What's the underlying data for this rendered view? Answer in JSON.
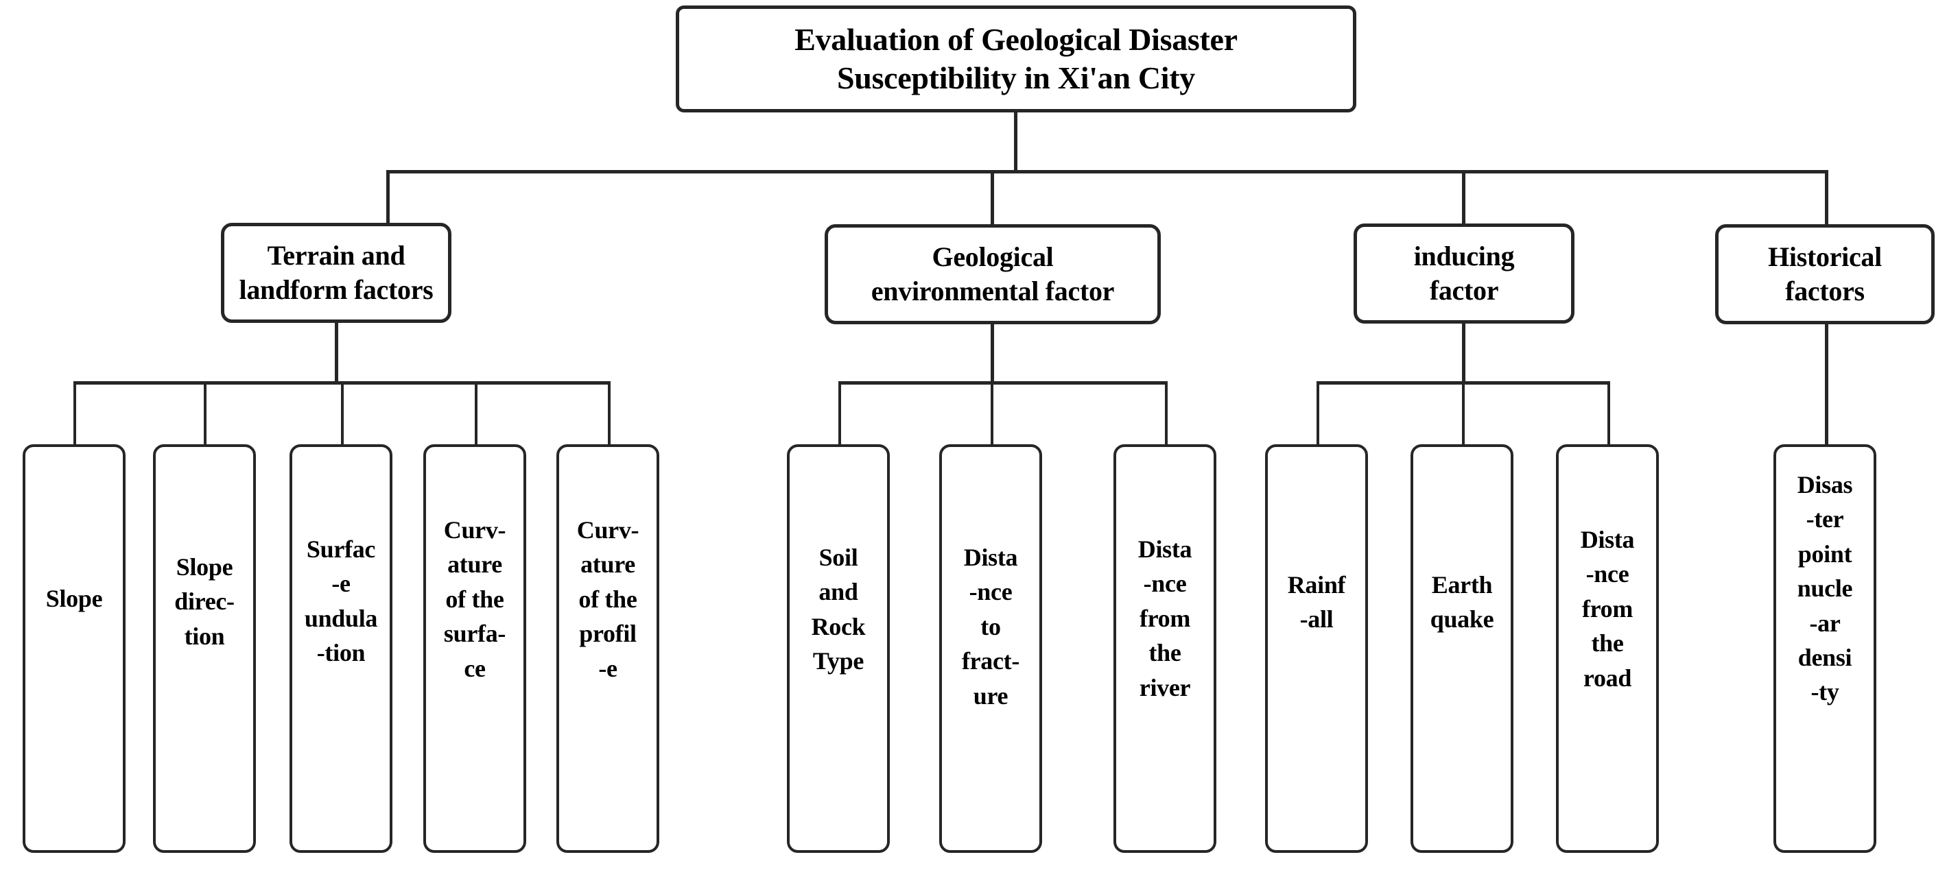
{
  "diagram": {
    "type": "hierarchy-tree",
    "title": "Evaluation of Geological Disaster\nSusceptibility in Xi'an City",
    "line_color": "#262626",
    "box_fill": "#ffffff",
    "text_color": "#000000",
    "levels": 3,
    "root": {
      "label": "Evaluation of Geological Disaster\nSusceptibility in Xi'an City"
    },
    "categories": [
      {
        "id": "terrain",
        "label": "Terrain and\nlandform factors",
        "child_count": 5
      },
      {
        "id": "geological",
        "label": "Geological\nenvironmental factor",
        "child_count": 3
      },
      {
        "id": "inducing",
        "label": "inducing\nfactor",
        "child_count": 3
      },
      {
        "id": "historical",
        "label": "Historical\nfactors",
        "child_count": 1
      }
    ],
    "factors": [
      {
        "id": "slope",
        "parent": "terrain",
        "label": "Slope"
      },
      {
        "id": "slope-direction",
        "parent": "terrain",
        "label": "Slope\ndirec-\ntion"
      },
      {
        "id": "surface-undulation",
        "parent": "terrain",
        "label": "Surfac\n-e\nundula\n-tion"
      },
      {
        "id": "curvature-surface",
        "parent": "terrain",
        "label": "Curv-\nature\nof the\nsurfa-\nce"
      },
      {
        "id": "curvature-profile",
        "parent": "terrain",
        "label": "Curv-\nature\nof the\nprofil\n-e"
      },
      {
        "id": "soil-rock-type",
        "parent": "geological",
        "label": "Soil\nand\nRock\nType"
      },
      {
        "id": "distance-fracture",
        "parent": "geological",
        "label": "Dista\n-nce\nto\nfract-\nure"
      },
      {
        "id": "distance-river",
        "parent": "geological",
        "label": "Dista\n-nce\nfrom\nthe\nriver"
      },
      {
        "id": "rainfall",
        "parent": "inducing",
        "label": "Rainf\n-all"
      },
      {
        "id": "earthquake",
        "parent": "inducing",
        "label": "Earth\nquake"
      },
      {
        "id": "distance-road",
        "parent": "inducing",
        "label": "Dista\n-nce\nfrom\nthe\nroad"
      },
      {
        "id": "disaster-density",
        "parent": "historical",
        "label": "Disas\n-ter\npoint\nnucle\n-ar\ndensi\n-ty"
      }
    ]
  }
}
